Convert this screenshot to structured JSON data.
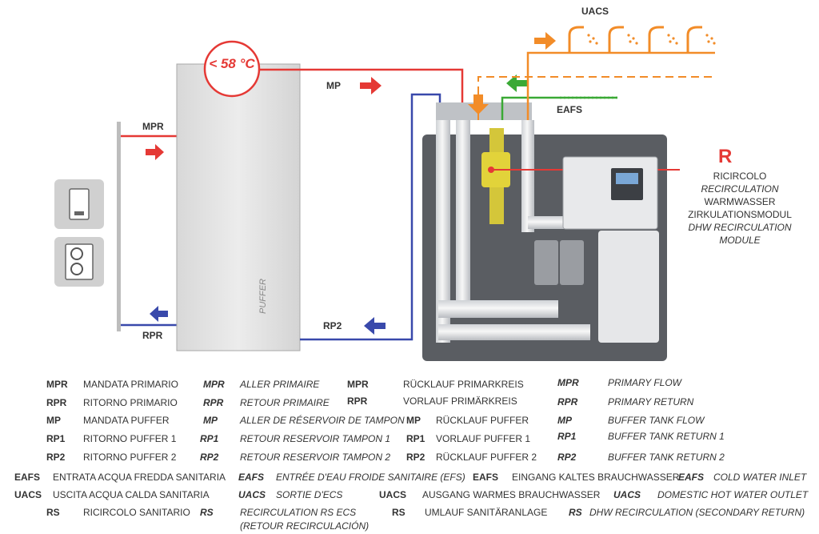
{
  "diagram": {
    "temperature": "< 58 °C",
    "tank_label": "PUFFER",
    "labels": {
      "mpr": "MPR",
      "rpr": "RPR",
      "mp": "MP",
      "rp2": "RP2",
      "eafs": "EAFS",
      "uacs": "UACS"
    },
    "module": {
      "marker": "R",
      "lines": [
        "RICIRCOLO",
        "RECIRCULATION",
        "WARMWASSER",
        "ZIRKULATIONSMODUL",
        "DHW RECIRCULATION",
        "MODULE"
      ]
    },
    "colors": {
      "red": "#e53935",
      "blue": "#3949ab",
      "orange": "#f28c28",
      "green": "#3aa935",
      "tank": "#e4e4e4",
      "cabinet": "#5a5d62"
    },
    "icons": [
      "boiler-icon",
      "heat-pump-icon",
      "shower-icon"
    ]
  },
  "legend": {
    "rows": [
      {
        "a_code": "MPR",
        "a_text": "MANDATA PRIMARIO",
        "b_code": "MPR",
        "b_text": "ALLER PRIMAIRE",
        "c_code": "MPR",
        "c_text": "RÜCKLAUF PRIMARKREIS",
        "d_code": "MPR",
        "d_text": "PRIMARY FLOW"
      },
      {
        "a_code": "RPR",
        "a_text": "RITORNO PRIMARIO",
        "b_code": "RPR",
        "b_text": "RETOUR PRIMAIRE",
        "c_code": "RPR",
        "c_text": "VORLAUF PRIMÄRKREIS",
        "d_code": "RPR",
        "d_text": "PRIMARY RETURN"
      },
      {
        "a_code": "MP",
        "a_text": "MANDATA PUFFER",
        "b_code": "MP",
        "b_text": "ALLER DE RÉSERVOIR DE TAMPON",
        "c_code": "MP",
        "c_text": "RÜCKLAUF PUFFER",
        "d_code": "MP",
        "d_text": "BUFFER TANK FLOW"
      },
      {
        "a_code": "RP1",
        "a_text": "RITORNO PUFFER 1",
        "b_code": "RP1",
        "b_text": "RETOUR RESERVOIR TAMPON 1",
        "c_code": "RP1",
        "c_text": "VORLAUF PUFFER 1",
        "d_code": "RP1",
        "d_text": "BUFFER TANK RETURN 1"
      },
      {
        "a_code": "RP2",
        "a_text": "RITORNO PUFFER 2",
        "b_code": "RP2",
        "b_text": "RETOUR RESERVOIR TAMPON 2",
        "c_code": "RP2",
        "c_text": "RÜCKLAUF PUFFER 2",
        "d_code": "RP2",
        "d_text": "BUFFER TANK RETURN 2"
      },
      {
        "a_code": "EAFS",
        "a_text": "ENTRATA ACQUA FREDDA SANITARIA",
        "b_code": "EAFS",
        "b_text": "ENTRÉE D'EAU FROIDE SANITAIRE (EFS)",
        "c_code": "EAFS",
        "c_text": "EINGANG KALTES BRAUCHWASSER",
        "d_code": "EAFS",
        "d_text": "COLD WATER INLET"
      },
      {
        "a_code": "UACS",
        "a_text": "USCITA ACQUA CALDA SANITARIA",
        "b_code": "UACS",
        "b_text": "SORTIE D'ECS",
        "c_code": "UACS",
        "c_text": "AUSGANG WARMES BRAUCHWASSER",
        "d_code": "UACS",
        "d_text": "DOMESTIC HOT WATER OUTLET"
      },
      {
        "a_code": "RS",
        "a_text": "RICIRCOLO SANITARIO",
        "b_code": "RS",
        "b_text": "RECIRCULATION RS ECS",
        "b_text2": "(RETOUR RECIRCULACIÓN)",
        "c_code": "RS",
        "c_text": "UMLAUF SANITÄRANLAGE",
        "d_code": "RS",
        "d_text": "DHW RECIRCULATION (SECONDARY  RETURN)"
      }
    ]
  }
}
